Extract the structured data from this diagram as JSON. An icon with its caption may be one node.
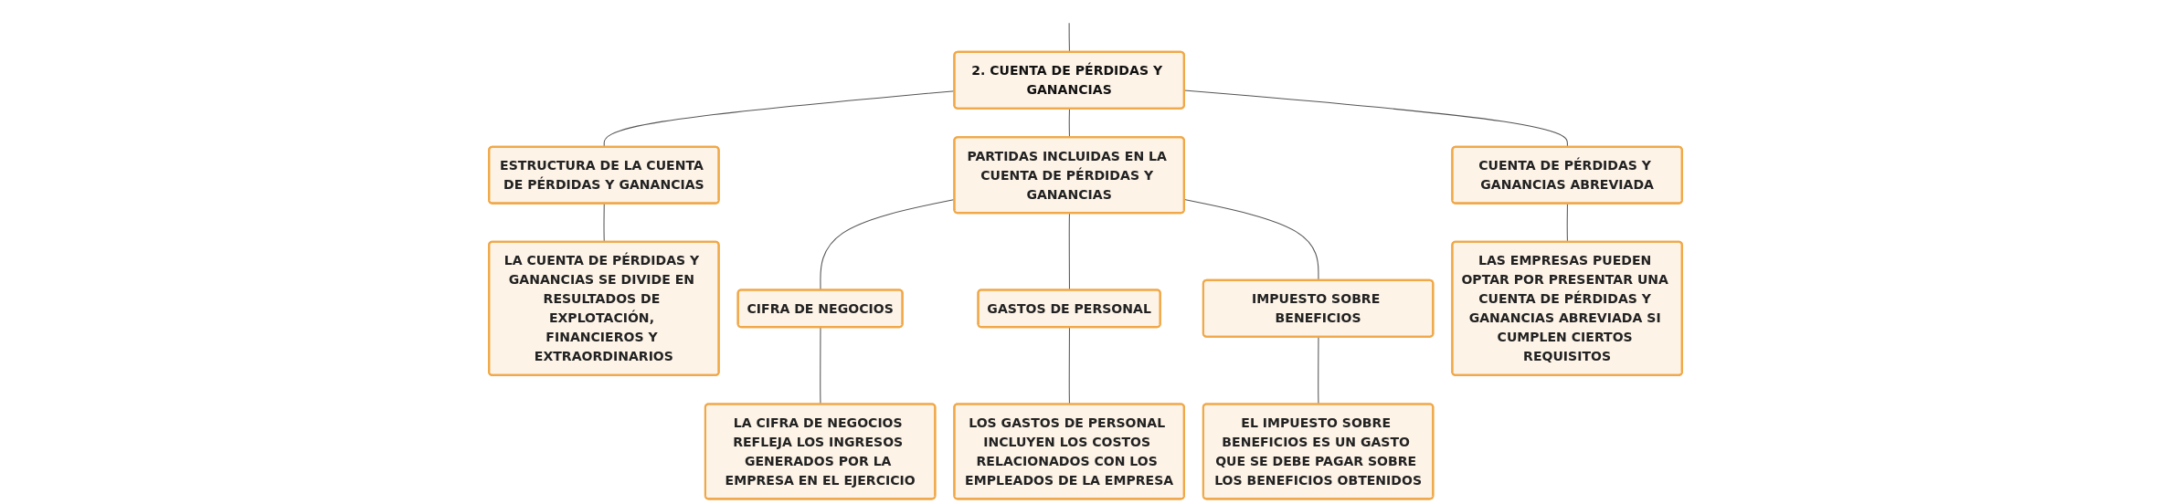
{
  "diagram": {
    "nodes": [
      {
        "text": [
          "2. CUENTA DE PÉRDIDAS Y GANANCIAS"
        ]
      },
      {
        "text": [
          "ESTRUCTURA DE LA CUENTA DE PÉRDIDAS Y GANANCIAS"
        ]
      },
      {
        "text": [
          "PARTIDAS INCLUIDAS EN LA CUENTA DE PÉRDIDAS Y GANANCIAS"
        ]
      },
      {
        "text": [
          "CUENTA DE PÉRDIDAS Y GANANCIAS ABREVIADA"
        ]
      },
      {
        "text": [
          "LA CUENTA DE PÉRDIDAS Y GANANCIAS SE DIVIDE EN RESULTADOS DE EXPLOTACIÓN, FINANCIEROS Y EXTRAORDINARIOS"
        ]
      },
      {
        "text": [
          "CIFRA DE NEGOCIOS"
        ]
      },
      {
        "text": [
          "GASTOS DE PERSONAL"
        ]
      },
      {
        "text": [
          "IMPUESTO SOBRE BENEFICIOS"
        ]
      },
      {
        "text": [
          "LAS EMPRESAS PUEDEN OPTAR POR PRESENTAR UNA CUENTA DE PÉRDIDAS Y GANANCIAS ABREVIADA SI CUMPLEN CIERTOS REQUISITOS"
        ]
      },
      {
        "text": [
          "LA CIFRA DE NEGOCIOS REFLEJA LOS INGRESOS GENERADOS POR LA EMPRESA EN EL EJERCICIO"
        ]
      },
      {
        "text": [
          "LOS GASTOS DE PERSONAL INCLUYEN LOS COSTOS RELACIONADOS CON LOS EMPLEADOS DE LA EMPRESA"
        ]
      },
      {
        "text": [
          "EL IMPUESTO SOBRE BENEFICIOS ES UN GASTO QUE SE DEBE PAGAR SOBRE LOS BENEFICIOS OBTENIDOS"
        ]
      }
    ],
    "edges": [
      {
        "from": null,
        "to": 0,
        "arrow": "none"
      },
      {
        "from": 0,
        "to": 1,
        "arrow": "none"
      },
      {
        "from": 0,
        "to": 2,
        "arrow": "none"
      },
      {
        "from": 0,
        "to": 3,
        "arrow": "none"
      },
      {
        "from": 1,
        "to": 4,
        "arrow": "none"
      },
      {
        "from": 2,
        "to": 5,
        "arrow": "none"
      },
      {
        "from": 2,
        "to": 6,
        "arrow": "none"
      },
      {
        "from": 2,
        "to": 7,
        "arrow": "none"
      },
      {
        "from": 3,
        "to": 8,
        "arrow": "none"
      },
      {
        "from": 5,
        "to": 9,
        "arrow": "none"
      },
      {
        "from": 6,
        "to": 10,
        "arrow": "none"
      },
      {
        "from": 7,
        "to": 11,
        "arrow": "none"
      }
    ]
  }
}
